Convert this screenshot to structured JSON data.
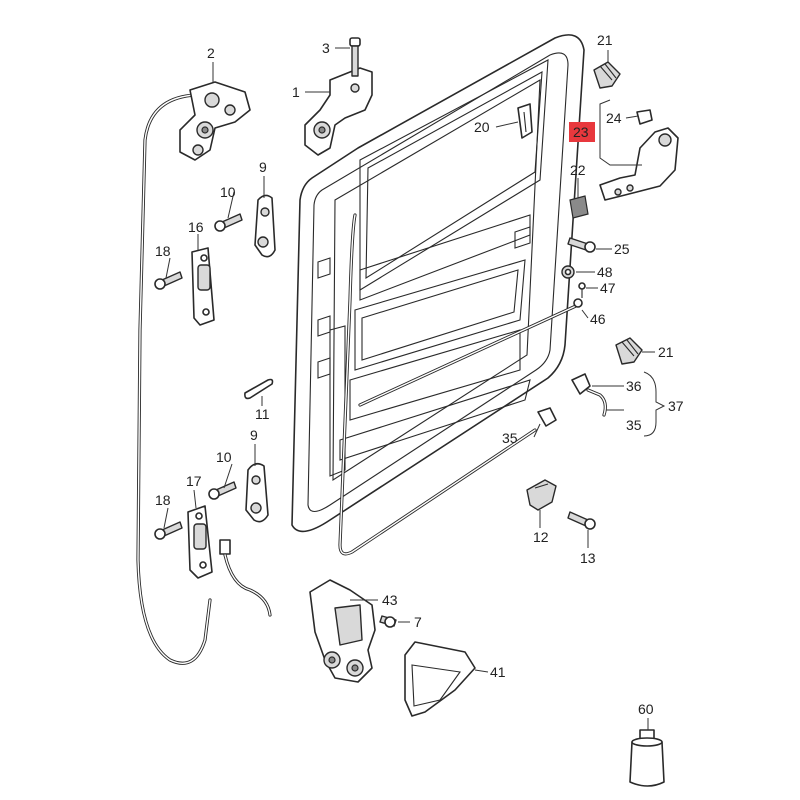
{
  "diagram": {
    "highlight_color": "#e8383d",
    "highlighted_part": "23",
    "labels": {
      "p1": "1",
      "p2": "2",
      "p3": "3",
      "p7": "7",
      "p9a": "9",
      "p9b": "9",
      "p10a": "10",
      "p10b": "10",
      "p11": "11",
      "p12": "12",
      "p13": "13",
      "p16": "16",
      "p17": "17",
      "p18a": "18",
      "p18b": "18",
      "p20": "20",
      "p21a": "21",
      "p21b": "21",
      "p22": "22",
      "p23": "23",
      "p24": "24",
      "p25": "25",
      "p35a": "35",
      "p35b": "35",
      "p36": "36",
      "p37": "37",
      "p41": "41",
      "p43": "43",
      "p46": "46",
      "p47": "47",
      "p48": "48",
      "p60": "60"
    }
  }
}
